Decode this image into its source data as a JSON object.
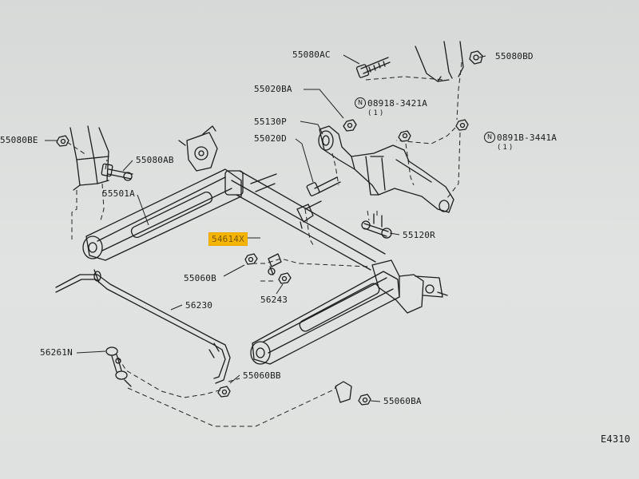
{
  "diagram": {
    "ref_code": "E4310",
    "labels": {
      "p55080AC": "55080AC",
      "p55080BD": "55080BD",
      "p55020BA": "55020BA",
      "p08918": "08918-3421A",
      "p08918_qty": "(1)",
      "p55130P": "55130P",
      "p08918b": "0891B-3441A",
      "p08918b_qty": "(1)",
      "p55080BE": "55080BE",
      "p55020D": "55020D",
      "p55080AB": "55080AB",
      "p55501A": "55501A",
      "p54614X": "54614X",
      "p55120R": "55120R",
      "p55060B": "55060B",
      "p56243": "56243",
      "p56230": "56230",
      "p56261N": "56261N",
      "p55060BB": "55060BB",
      "p55060BA": "55060BA"
    },
    "n_mark": "N",
    "highlight_color": "#f4b400"
  }
}
